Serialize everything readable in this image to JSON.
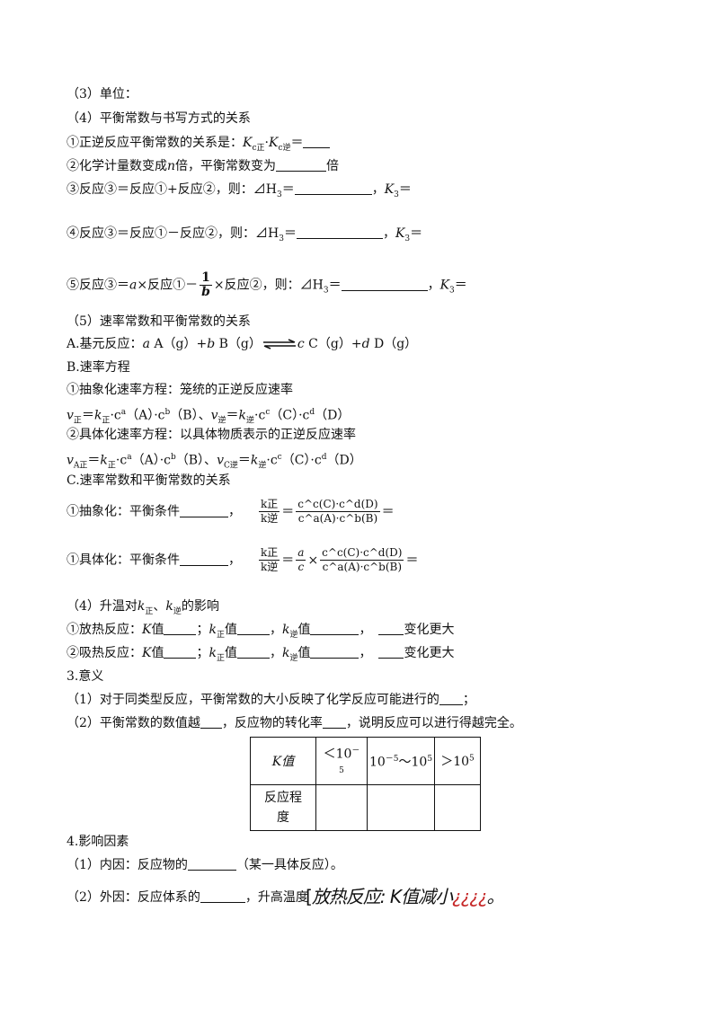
{
  "l1": "（3）单位：",
  "l2": "（4）平衡常数与书写方式的关系",
  "l3a": "①正逆反应平衡常数的关系是：",
  "l3b": "K",
  "l3c": "c正",
  "l3d": "·",
  "l3e": "K",
  "l3f": "c逆",
  "l3g": "＝",
  "l4a": "②化学计量数变成",
  "l4b": "n",
  "l4c": "倍，平衡常数变为",
  "l4d": "倍",
  "l5a": "③反应③＝反应①+反应②，则：",
  "l5b": "⊿H",
  "l5c": "3",
  "l5d": "＝",
  "l5e": "，",
  "l5f": "K",
  "l5g": "3",
  "l5h": "＝",
  "l6a": "④反应③＝反应①－反应②，则：",
  "l6b": "⊿H",
  "l6c": "3",
  "l6d": "＝",
  "l6e": "，",
  "l6f": "K",
  "l6g": "3",
  "l6h": "＝",
  "l7a": "⑤反应③＝",
  "l7b": "a",
  "l7c": "×反应①－",
  "l7num": "1",
  "l7den": "b",
  "l7d": "×反应②，则：",
  "l7e": "⊿H",
  "l7f": "3",
  "l7g": "＝",
  "l7h": "，",
  "l7i": "K",
  "l7j": "3",
  "l7k": "＝",
  "l8": "（5）速率常数和平衡常数的关系",
  "l9a": "A.基元反应：",
  "l9b": "a",
  "l9c": " A（g）+",
  "l9d": "b",
  "l9e": " B（g）",
  "l9f": "c",
  "l9g": " C（g）+",
  "l9h": "d",
  "l9i": " D（g）",
  "l10": "B.速率方程",
  "l11": "①抽象化速率方程：笼统的正逆反应速率",
  "l12a": "v",
  "l12b": "正",
  "l12c": "＝",
  "l12d": "k",
  "l12e": "正",
  "l12f": "·c",
  "l12g": "a",
  "l12h": "（A）·c",
  "l12i": "b",
  "l12j": "（B）、",
  "l12k": "v",
  "l12l": "逆",
  "l12m": "＝",
  "l12n": "k",
  "l12o": "逆",
  "l12p": "·c",
  "l12q": "c",
  "l12r": "（C）·c",
  "l12s": "d",
  "l12t": "（D）",
  "l13": "②具体化速率方程：以具体物质表示的正逆反应速率",
  "l14a": "v",
  "l14b": "A正",
  "l14c": "＝",
  "l14d": "k",
  "l14e": "正",
  "l14f": "·c",
  "l14g": "a",
  "l14h": "（A）·c",
  "l14i": "b",
  "l14j": "（B）、",
  "l14k": "v",
  "l14l": "C逆",
  "l14m": "＝",
  "l14n": "k",
  "l14o": "逆",
  "l14p": "·c",
  "l14q": "c",
  "l14r": "（C）·c",
  "l14s": "d",
  "l14t": "（D）",
  "l15": "C.速率常数和平衡常数的关系",
  "l16a": "①抽象化：平衡条件",
  "l16b": "，",
  "f1num": "k正",
  "f1den": "k逆",
  "f1eq": "＝",
  "f2num": "c^c(C)·c^d(D)",
  "f2den": "c^a(A)·c^b(B)",
  "f2eq": "＝",
  "l17a": "①具体化：平衡条件",
  "l17b": "，",
  "f3num": "k正",
  "f3den": "k逆",
  "f3eq": "＝",
  "f4num": "a",
  "f4den": "c",
  "f4x": "×",
  "f5num": "c^c(C)·c^d(D)",
  "f5den": "c^a(A)·c^b(B)",
  "f5eq": "＝",
  "l18a": "（4）升温对",
  "l18b": "k",
  "l18c": "正",
  "l18d": "、",
  "l18e": "k",
  "l18f": "逆",
  "l18g": "的影响",
  "l19a": "①放热反应：",
  "l19b": "K",
  "l19c": "值",
  "l19d": "；",
  "l19e": "k",
  "l19f": "正",
  "l19g": "值",
  "l19h": "，",
  "l19i": "k",
  "l19j": "逆",
  "l19k": "值",
  "l19l": "，",
  "l19m": "变化更大",
  "l20a": "②吸热反应：",
  "l20b": "K",
  "l20c": "值",
  "l20d": "；",
  "l20e": "k",
  "l20f": "正",
  "l20g": "值",
  "l20h": "，",
  "l20i": "k",
  "l20j": "逆",
  "l20k": "值",
  "l20l": "，",
  "l20m": "变化更大",
  "l21": "3.意义",
  "l22a": "（1）对于同类型反应，平衡常数的大小反映了化学反应可能进行的",
  "l22b": "；",
  "l23a": "（2）平衡常数的数值越",
  "l23b": "，反应物的转化率",
  "l23c": "，说明反应可以进行得越完全。",
  "t_h1": "K值",
  "t_h2a": "＜10",
  "t_h2b": "－",
  "t_h2c": "5",
  "t_h3a": "10",
  "t_h3b": "－5",
  "t_h3c": "～10",
  "t_h3d": "5",
  "t_h4a": "＞10",
  "t_h4b": "5",
  "t_r1a": "反应程",
  "t_r1b": "度",
  "l24": "4.影响因素",
  "l25a": "（1）内因：反应物的",
  "l25b": "（某一具体反应）。",
  "l26a": "（2）外因：反应体系的",
  "l26b": "，升高温度",
  "hw1": "放热反应: K值减小",
  "hw2": "¿¿¿¿",
  "hw3": "。"
}
